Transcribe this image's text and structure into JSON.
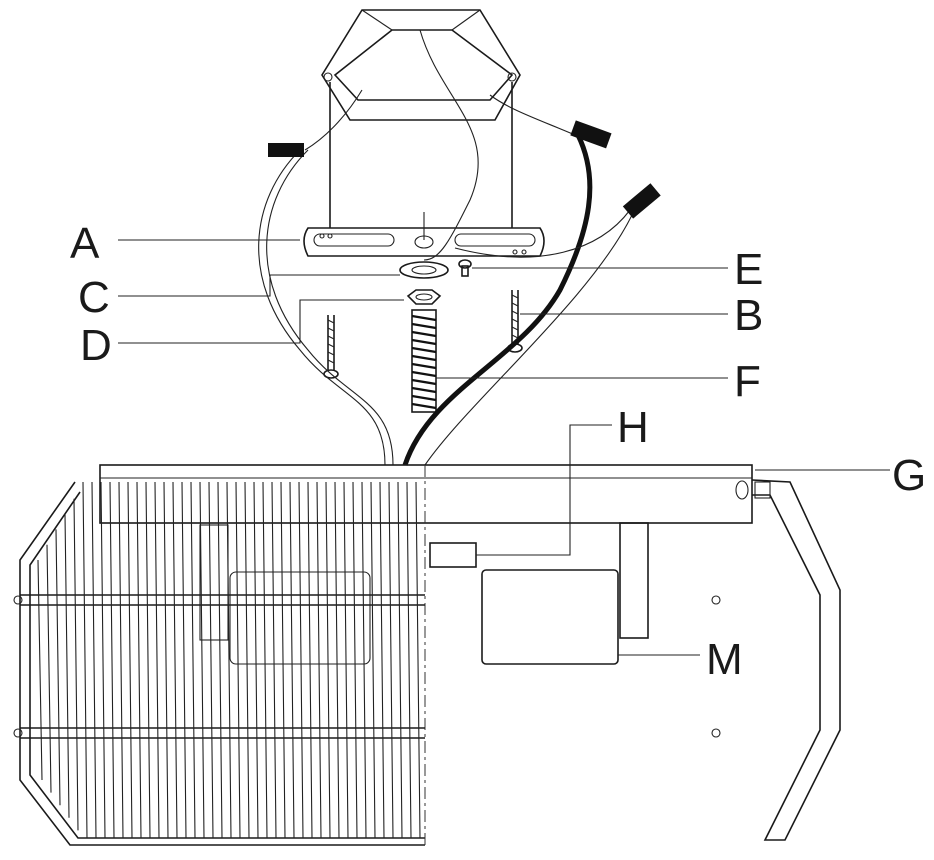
{
  "labels": {
    "A": "A",
    "B": "B",
    "C": "C",
    "D": "D",
    "E": "E",
    "F": "F",
    "G": "G",
    "H": "H",
    "M": "M"
  },
  "colors": {
    "line": "#1a1a1a",
    "background": "#ffffff"
  }
}
